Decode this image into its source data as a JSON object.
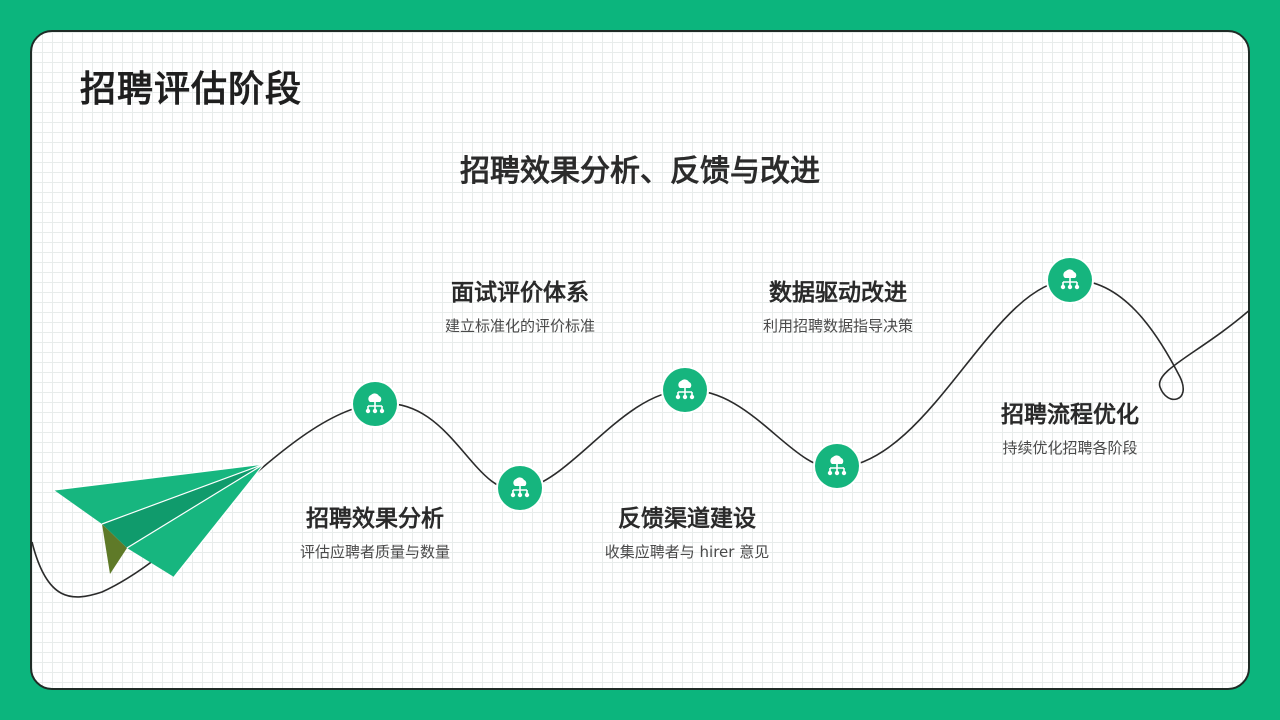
{
  "page": {
    "title": "招聘评估阶段",
    "subtitle": "招聘效果分析、反馈与改进"
  },
  "colors": {
    "background": "#0cb57d",
    "accent": "#16b57e",
    "text": "#2a2a2a"
  },
  "steps": [
    {
      "title": "招聘效果分析",
      "desc": "评估应聘者质量与数量",
      "icon": "org-chart-icon"
    },
    {
      "title": "面试评价体系",
      "desc": "建立标准化的评价标准",
      "icon": "org-chart-icon"
    },
    {
      "title": "反馈渠道建设",
      "desc": "收集应聘者与 hirer 意见",
      "icon": "org-chart-icon"
    },
    {
      "title": "数据驱动改进",
      "desc": "利用招聘数据指导决策",
      "icon": "org-chart-icon"
    },
    {
      "title": "招聘流程优化",
      "desc": "持续优化招聘各阶段",
      "icon": "org-chart-icon"
    }
  ]
}
